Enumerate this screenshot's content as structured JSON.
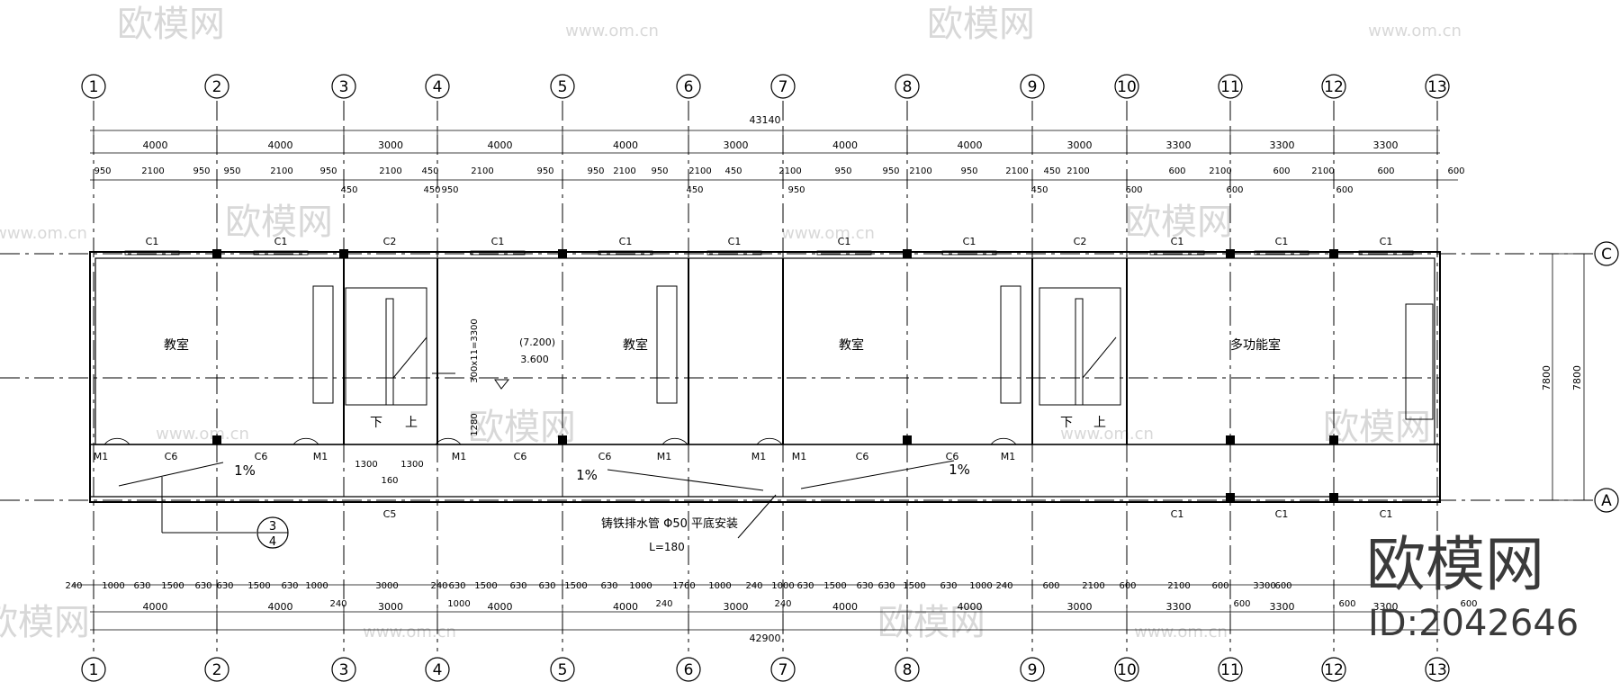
{
  "grid_axes": {
    "vertical": [
      "1",
      "2",
      "3",
      "4",
      "5",
      "6",
      "7",
      "8",
      "9",
      "10",
      "11",
      "12",
      "13"
    ],
    "horizontal": [
      "C",
      "A"
    ]
  },
  "dimensions": {
    "total_top": "43140",
    "total_bottom": "42900",
    "top_bays": [
      "4000",
      "4000",
      "3000",
      "4000",
      "4000",
      "3000",
      "4000",
      "4000",
      "3000",
      "3300",
      "3300",
      "3300"
    ],
    "bottom_bays": [
      "4000",
      "4000",
      "3000",
      "4000",
      "4000",
      "3000",
      "4000",
      "4000",
      "3000",
      "3300",
      "3300",
      "3300"
    ],
    "top_openings": [
      "950",
      "2100",
      "950",
      "950",
      "2100",
      "950",
      "2100",
      "450",
      "2100",
      "950",
      "950",
      "2100",
      "950",
      "2100",
      "450",
      "2100",
      "950",
      "950",
      "2100",
      "950",
      "2100",
      "450",
      "2100",
      "600",
      "2100",
      "600",
      "2100",
      "600"
    ],
    "top_offsets": [
      "450",
      "450",
      "950",
      "450",
      "950",
      "450",
      "600",
      "600",
      "600"
    ],
    "right_overall": [
      "7800",
      "7800"
    ],
    "bottom_details": [
      "240",
      "1000",
      "630",
      "1500",
      "630",
      "630",
      "1500",
      "630",
      "1000",
      "3000",
      "240",
      "630",
      "1500",
      "630",
      "630",
      "1500",
      "630",
      "1000",
      "1760",
      "1000",
      "240",
      "1000",
      "630",
      "1500",
      "630",
      "630",
      "1500",
      "630",
      "1000",
      "240",
      "600",
      "2100",
      "600",
      "2100",
      "600",
      "3300",
      "600"
    ],
    "bottom_minor": [
      "240",
      "1000",
      "240",
      "240",
      "600",
      "600",
      "600"
    ],
    "stair_dims": [
      "1300",
      "1300",
      "160"
    ],
    "stair_height": "300x11=3300",
    "corridor_depth": "1280"
  },
  "rooms": {
    "classroom": "教室",
    "multi": "多功能室"
  },
  "windows": {
    "c1": "C1",
    "c2": "C2",
    "c5": "C5",
    "c6": "C6",
    "m1": "M1"
  },
  "annotations": {
    "slope": "1%",
    "down": "下",
    "up": "上",
    "level_upper": "(7.200)",
    "level_lower": "3.600",
    "drain_note": "铸铁排水管 Φ50 平底安装",
    "drain_length": "L=180",
    "detail_num": "3",
    "detail_sheet": "4"
  },
  "watermark": {
    "brand": "欧模网",
    "site": "www.om.cn",
    "id_label": "ID:2042646"
  }
}
